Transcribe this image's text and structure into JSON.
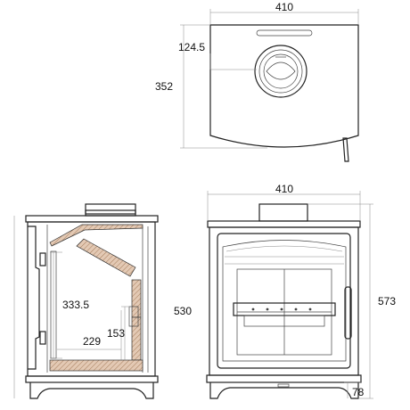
{
  "dimensions": {
    "top_width": "410",
    "top_flue_offset": "124.5",
    "top_depth": "352",
    "front_width": "410",
    "front_height": "573",
    "front_leg_height": "78",
    "side_height": "530",
    "side_inner_height": "333.5",
    "side_inner_depth": "229",
    "side_small_height": "153"
  },
  "colors": {
    "line": "#222222",
    "hatch": "#c8a488",
    "dimension": "#888888"
  }
}
